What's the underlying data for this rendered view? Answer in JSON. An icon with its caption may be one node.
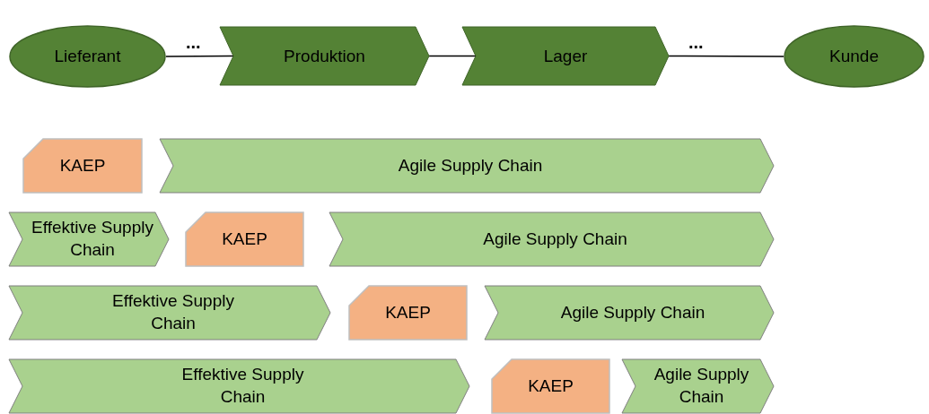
{
  "diagram": {
    "nodes": [
      {
        "text": [
          "Lieferant"
        ]
      },
      {
        "text": [
          "Produktion"
        ]
      },
      {
        "text": [
          "Lager"
        ]
      },
      {
        "text": [
          "Kunde"
        ]
      },
      {
        "text": [
          "KAEP"
        ]
      },
      {
        "text": [
          "Agile Supply Chain"
        ]
      },
      {
        "text": [
          "Effektive Supply Chain"
        ]
      },
      {
        "text": [
          "KAEP"
        ]
      },
      {
        "text": [
          "Agile Supply Chain"
        ]
      },
      {
        "text": [
          "Effektive Supply Chain"
        ]
      },
      {
        "text": [
          "KAEP"
        ]
      },
      {
        "text": [
          "Agile Supply Chain"
        ]
      },
      {
        "text": [
          "Effektive Supply Chain"
        ]
      },
      {
        "text": [
          "KAEP"
        ]
      },
      {
        "text": [
          "Agile Supply Chain"
        ]
      }
    ],
    "edges": [
      {
        "from": 0,
        "to": 1,
        "arrow": "none",
        "label": "..."
      },
      {
        "from": 1,
        "to": 2,
        "arrow": "none"
      },
      {
        "from": 2,
        "to": 3,
        "arrow": "none",
        "label": "..."
      }
    ]
  }
}
